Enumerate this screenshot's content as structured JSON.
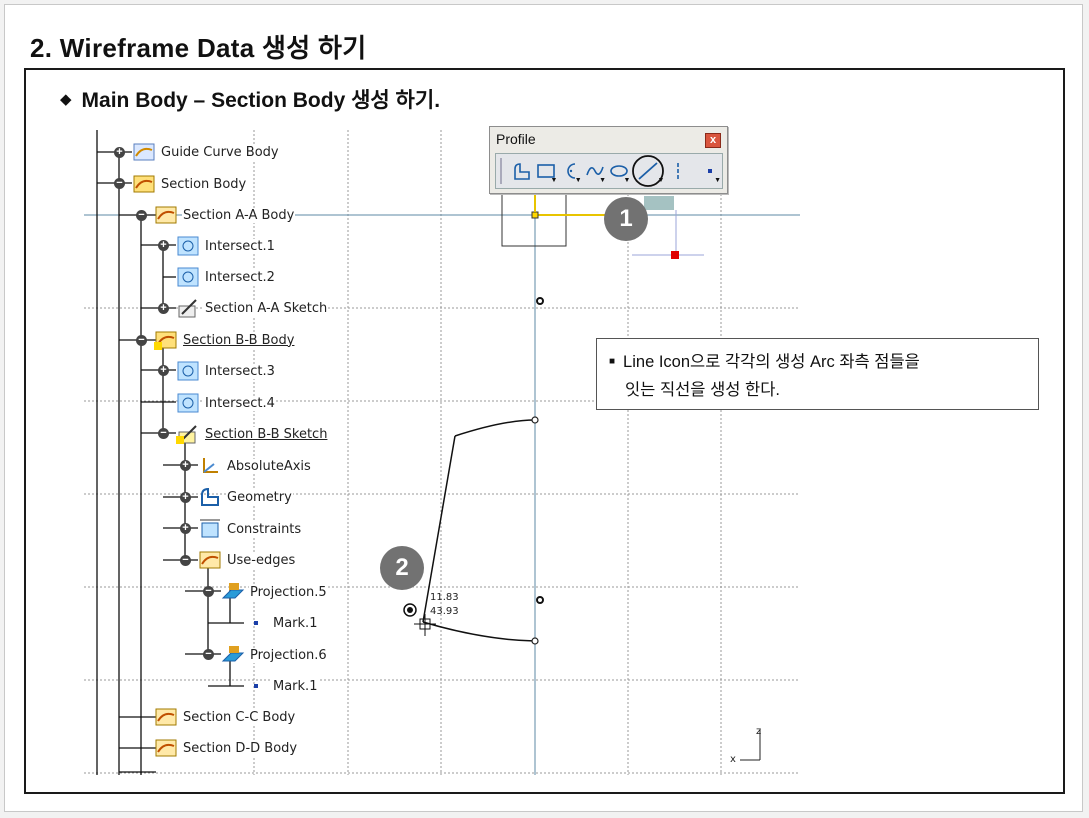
{
  "slide": {
    "title": "2. Wireframe Data 생성 하기",
    "subtitle": "Main Body – Section Body 생성 하기."
  },
  "tree": {
    "items": [
      {
        "label": "Guide Curve Body",
        "icon": "body-icon"
      },
      {
        "label": "Section Body",
        "icon": "body-active-icon"
      },
      {
        "label": "Section A-A Body",
        "icon": "body-icon"
      },
      {
        "label": "Intersect.1",
        "icon": "intersect-icon"
      },
      {
        "label": "Intersect.2",
        "icon": "intersect-icon"
      },
      {
        "label": "Section A-A Sketch",
        "icon": "sketch-icon"
      },
      {
        "label": "Section B-B Body",
        "icon": "body-active-icon"
      },
      {
        "label": "Intersect.3",
        "icon": "intersect-icon"
      },
      {
        "label": "Intersect.4",
        "icon": "intersect-icon"
      },
      {
        "label": "Section B-B Sketch",
        "icon": "sketch-active-icon"
      },
      {
        "label": "AbsoluteAxis",
        "icon": "axis-icon"
      },
      {
        "label": "Geometry",
        "icon": "geometry-icon"
      },
      {
        "label": "Constraints",
        "icon": "constraints-icon"
      },
      {
        "label": "Use-edges",
        "icon": "use-edges-icon"
      },
      {
        "label": "Projection.5",
        "icon": "projection-icon"
      },
      {
        "label": "Mark.1",
        "icon": "mark-icon"
      },
      {
        "label": "Projection.6",
        "icon": "projection-icon"
      },
      {
        "label": "Mark.1",
        "icon": "mark-icon"
      },
      {
        "label": "Section C-C Body",
        "icon": "body-icon"
      },
      {
        "label": "Section D-D Body",
        "icon": "body-icon"
      }
    ]
  },
  "toolbar": {
    "title": "Profile",
    "close": "x",
    "buttons": [
      "profile-icon",
      "rectangle-icon",
      "circle-icon",
      "spline-icon",
      "ellipse-icon",
      "line-icon",
      "axis-line-icon",
      "point-icon"
    ],
    "highlighted": "line-icon"
  },
  "badges": {
    "one": "1",
    "two": "2"
  },
  "dimensions": {
    "h": "11.83",
    "v": "43.93"
  },
  "note": {
    "line1": "Line Icon으로 각각의 생성 Arc 좌측 점들을",
    "line2": "잇는 직선을 생성 한다."
  },
  "axis": {
    "z": "z",
    "x": "x"
  },
  "colors": {
    "badge": "#727272",
    "selection": "#ffd800",
    "highlight_red": "#e00000"
  }
}
